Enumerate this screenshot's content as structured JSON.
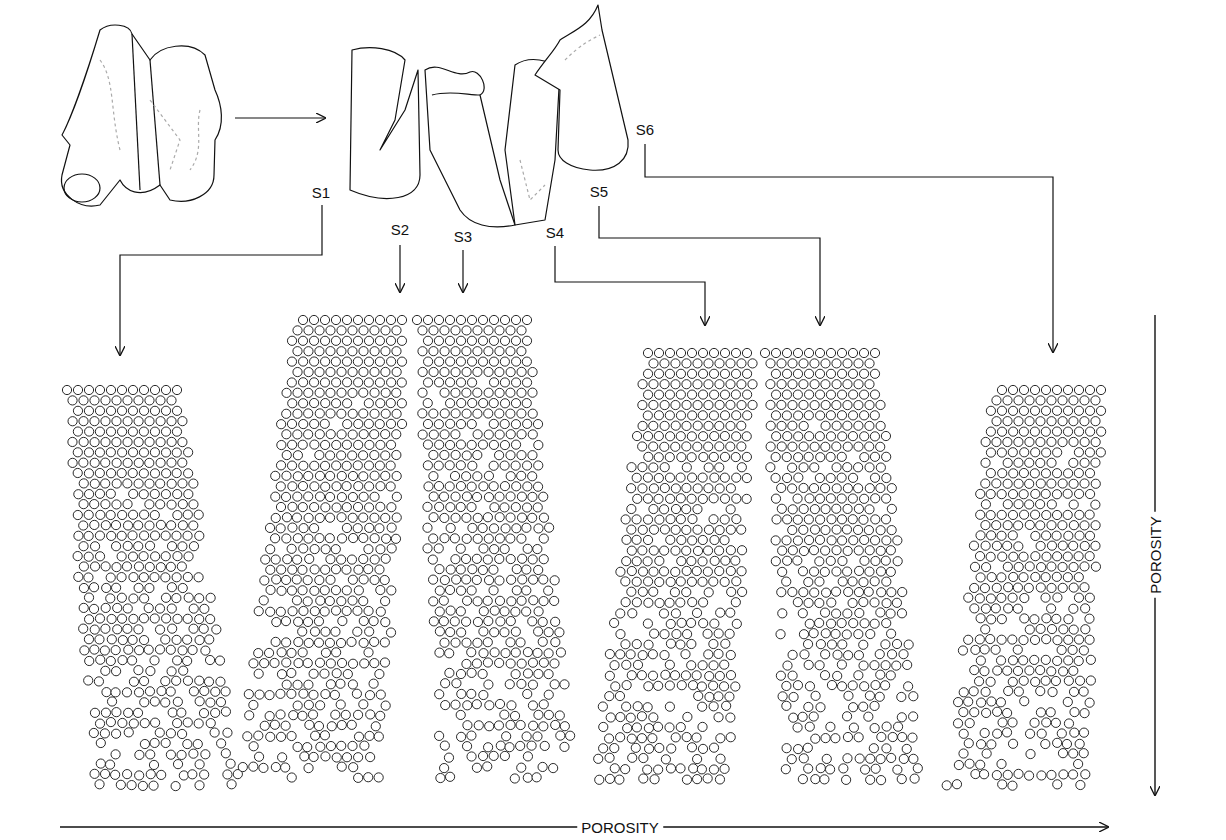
{
  "diagram": {
    "labels": [
      "S1",
      "S2",
      "S3",
      "S4",
      "S5",
      "S6",
      "POROSITY",
      "POROSITY"
    ]
  }
}
